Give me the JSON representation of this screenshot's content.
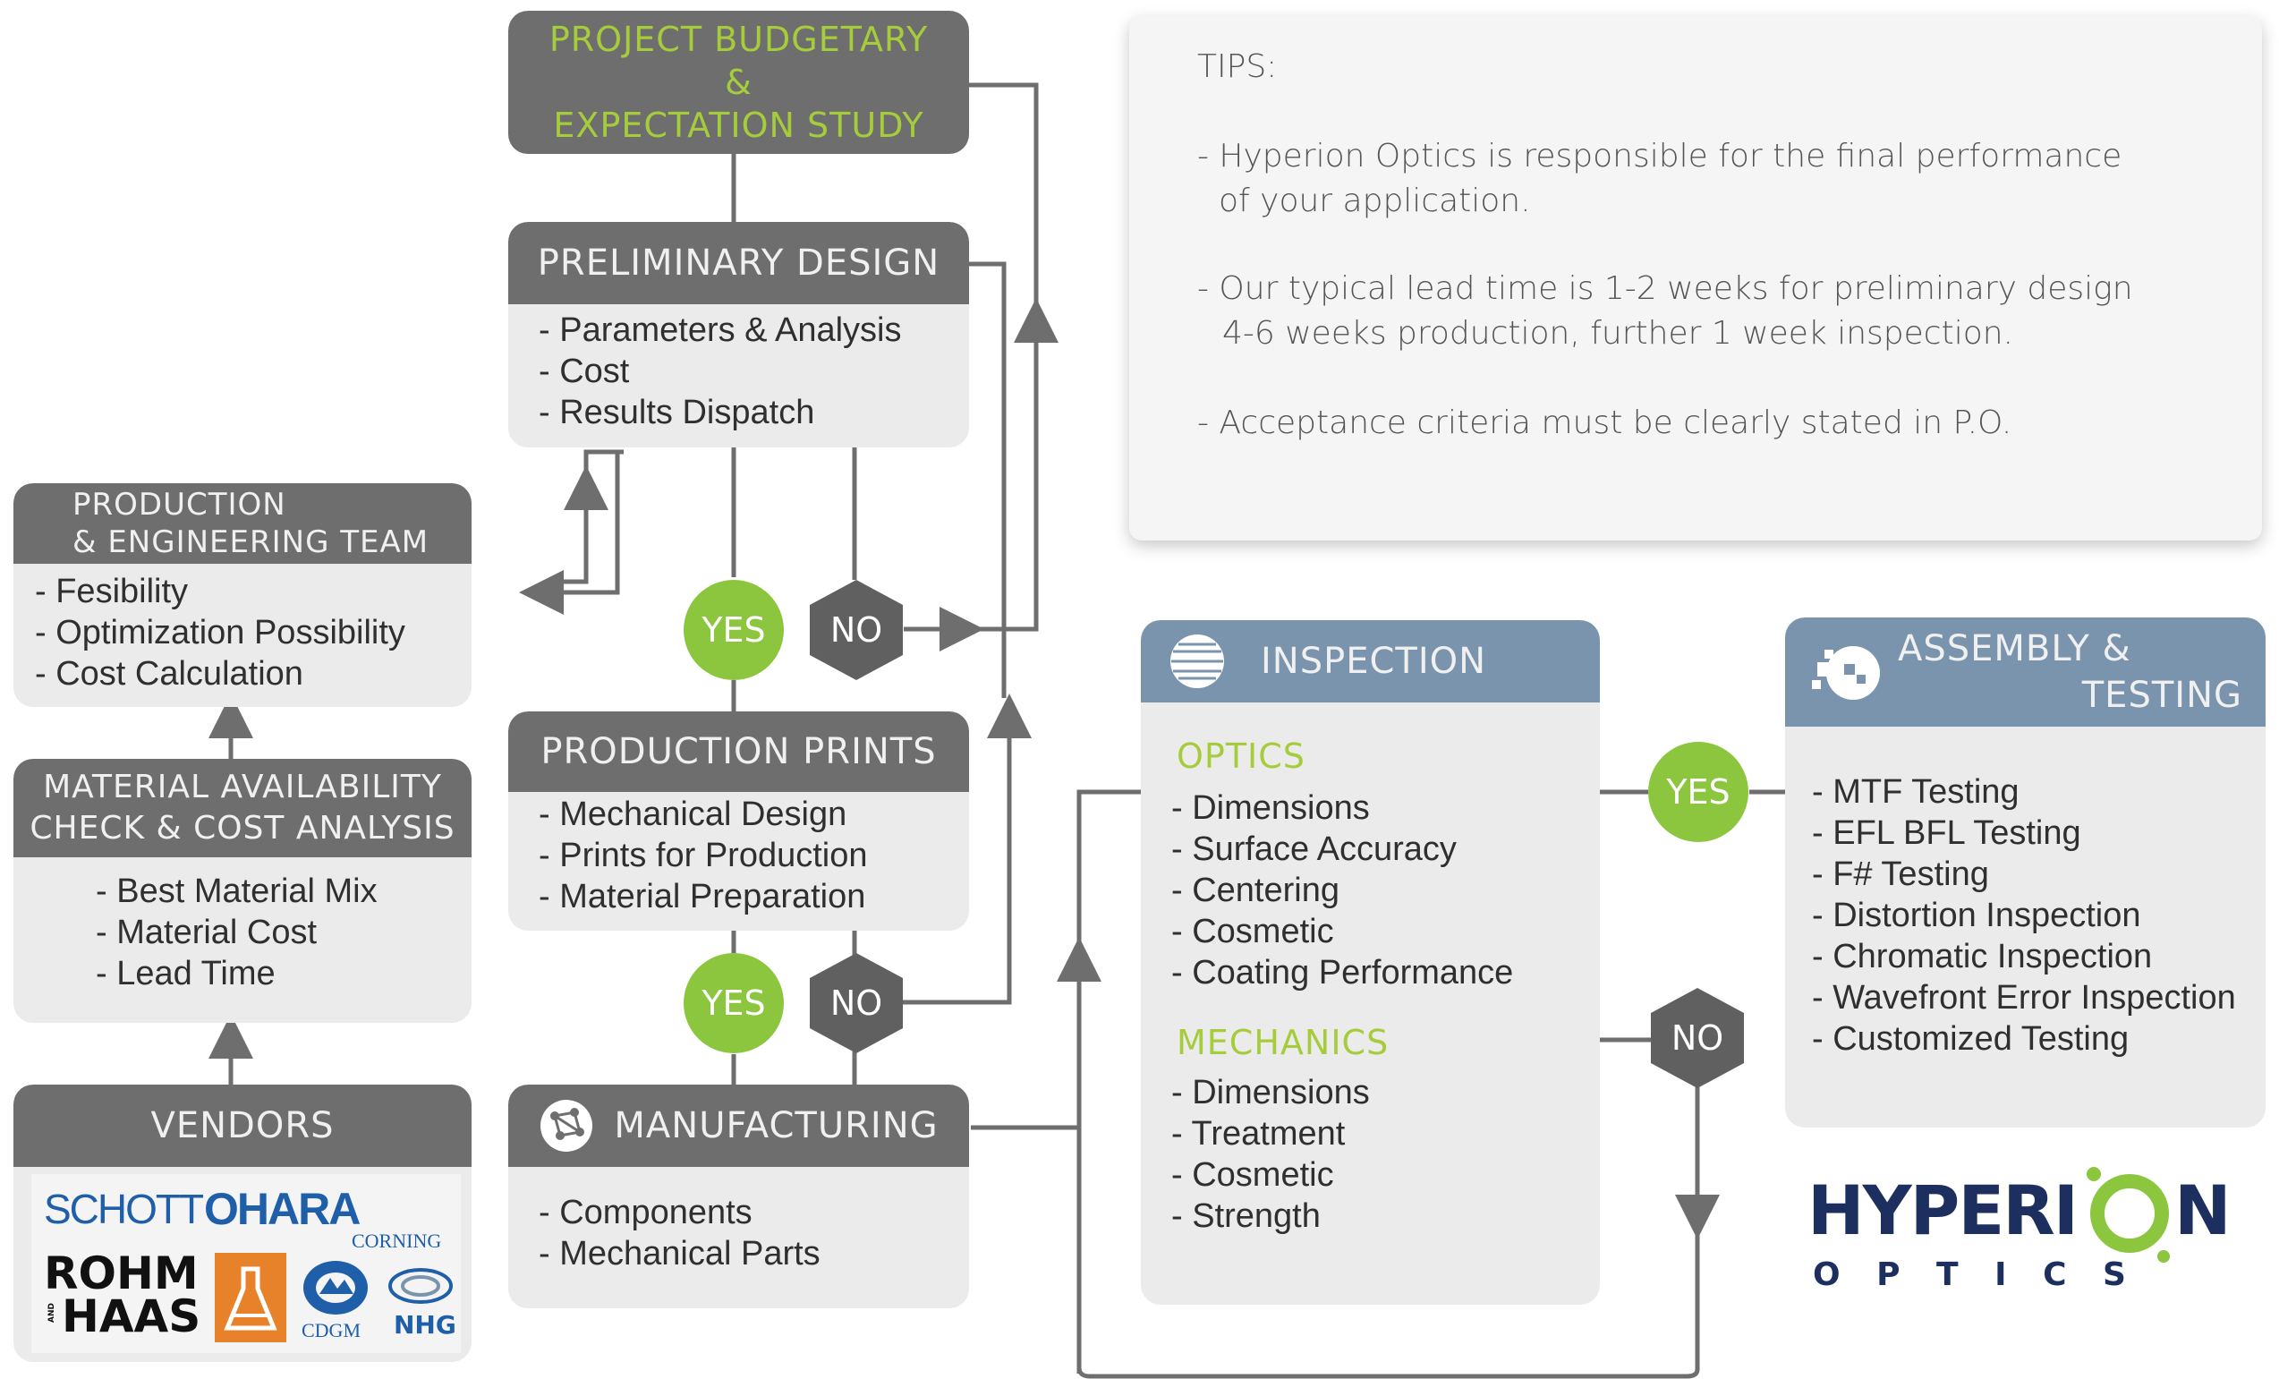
{
  "colors": {
    "header": "#6e6e6e",
    "box": "#ebebeb",
    "green": "#8cc63f",
    "hex": "#606060",
    "blue_header": "#7b94ae",
    "section_green": "#a6cc3c",
    "line": "#6e6e6e"
  },
  "budget": {
    "line1": "PROJECT BUDGETARY",
    "line2": "&",
    "line3": "EXPECTATION STUDY"
  },
  "preliminary": {
    "title": "PRELIMINARY DESIGN",
    "items": [
      "Parameters & Analysis",
      "Cost",
      "Results Dispatch"
    ]
  },
  "production_team": {
    "line1": "PRODUCTION",
    "line2": "& ENGINEERING TEAM",
    "items": [
      "Fesibility",
      "Optimization Possibility",
      "Cost Calculation"
    ]
  },
  "material": {
    "line1": "MATERIAL AVAILABILITY",
    "line2": "CHECK & COST ANALYSIS",
    "items": [
      "Best Material Mix",
      "Material Cost",
      "Lead Time"
    ]
  },
  "vendors": {
    "title": "VENDORS",
    "logos": [
      "SCHOTT",
      "OHARA",
      "CORNING",
      "ROHM",
      "AND",
      "HAAS",
      "CDGM",
      "NHG"
    ]
  },
  "prints": {
    "title": "PRODUCTION PRINTS",
    "items": [
      "Mechanical Design",
      "Prints for Production",
      "Material Preparation"
    ]
  },
  "manufacturing": {
    "title": "MANUFACTURING",
    "icon": "network-icon",
    "items": [
      "Components",
      "Mechanical Parts"
    ]
  },
  "decisions": {
    "yes": "YES",
    "no": "NO"
  },
  "tips": {
    "heading": "TIPS:",
    "tip1_line1": "- Hyperion Optics is responsible for the final performance",
    "tip1_line2": "of your application.",
    "tip2_line1": "- Our typical lead time is 1-2 weeks for preliminary design",
    "tip2_line2": "4-6 weeks production, further 1 week inspection.",
    "tip3": "- Acceptance criteria must be clearly stated in P.O."
  },
  "inspection": {
    "title": "INSPECTION",
    "icon": "globe-icon",
    "optics_label": "OPTICS",
    "optics": [
      "Dimensions",
      "Surface Accuracy",
      "Centering",
      "Cosmetic",
      "Coating Performance"
    ],
    "mechanics_label": "MECHANICS",
    "mechanics": [
      "Dimensions",
      "Treatment",
      "Cosmetic",
      "Strength"
    ]
  },
  "assembly": {
    "line1": "ASSEMBLY &",
    "line2": "TESTING",
    "icon": "puzzle-icon",
    "items": [
      "MTF Testing",
      "EFL BFL Testing",
      "F# Testing",
      "Distortion Inspection",
      "Chromatic Inspection",
      "Wavefront Error Inspection",
      "Customized Testing"
    ]
  },
  "brand": {
    "name_part1": "HYPERI",
    "name_part2": "N",
    "sub": "O P T I C S"
  }
}
